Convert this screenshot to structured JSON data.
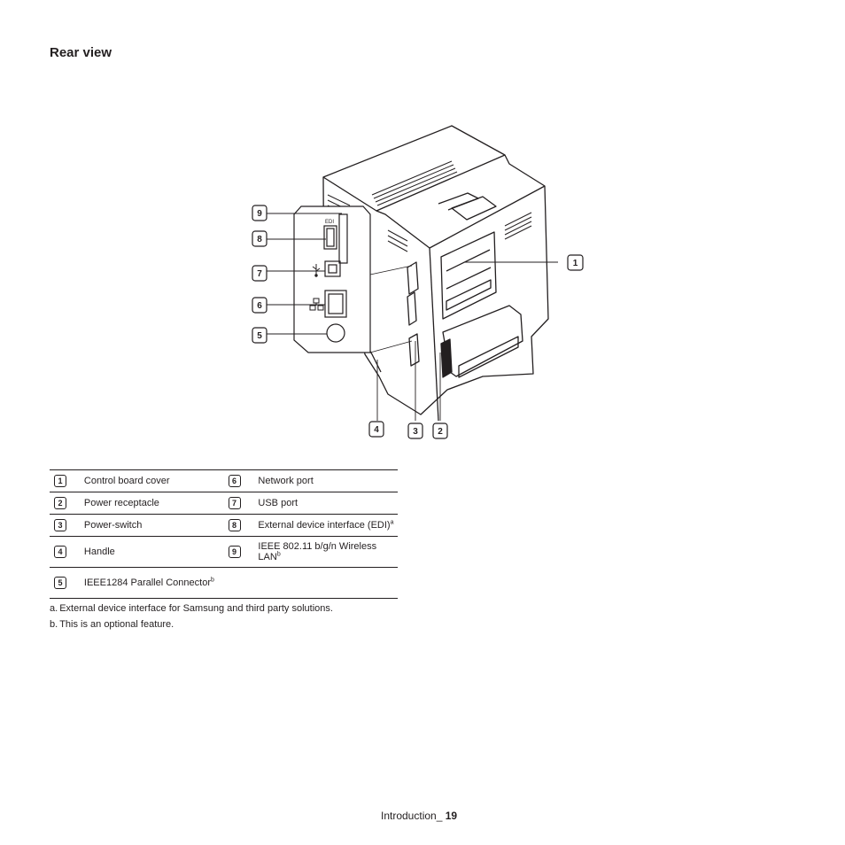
{
  "section_title": "Rear view",
  "figure": {
    "edi_port_label": "EDI",
    "callouts": [
      "1",
      "2",
      "3",
      "4",
      "5",
      "6",
      "7",
      "8",
      "9"
    ],
    "icons": [
      "usb-icon",
      "network-icon"
    ]
  },
  "legend": [
    {
      "left": {
        "num": "1",
        "text": "Control board cover",
        "sup": ""
      },
      "right": {
        "num": "6",
        "text": "Network port",
        "sup": ""
      }
    },
    {
      "left": {
        "num": "2",
        "text": "Power receptacle",
        "sup": ""
      },
      "right": {
        "num": "7",
        "text": "USB port",
        "sup": ""
      }
    },
    {
      "left": {
        "num": "3",
        "text": "Power-switch",
        "sup": ""
      },
      "right": {
        "num": "8",
        "text": "External device interface (EDI)",
        "sup": "a"
      }
    },
    {
      "left": {
        "num": "4",
        "text": "Handle",
        "sup": ""
      },
      "right": {
        "num": "9",
        "text": "IEEE 802.11 b/g/n Wireless LAN",
        "sup": "b"
      }
    },
    {
      "left": {
        "num": "5",
        "text": "IEEE1284 Parallel Connector",
        "sup": "b"
      },
      "right": {
        "num": "",
        "text": "",
        "sup": ""
      }
    }
  ],
  "footnotes": [
    {
      "mark": "a.",
      "text": "External device interface for Samsung and third party solutions."
    },
    {
      "mark": "b.",
      "text": "This is an optional feature."
    }
  ],
  "footer": {
    "section": "Introduction_",
    "page": "19"
  }
}
